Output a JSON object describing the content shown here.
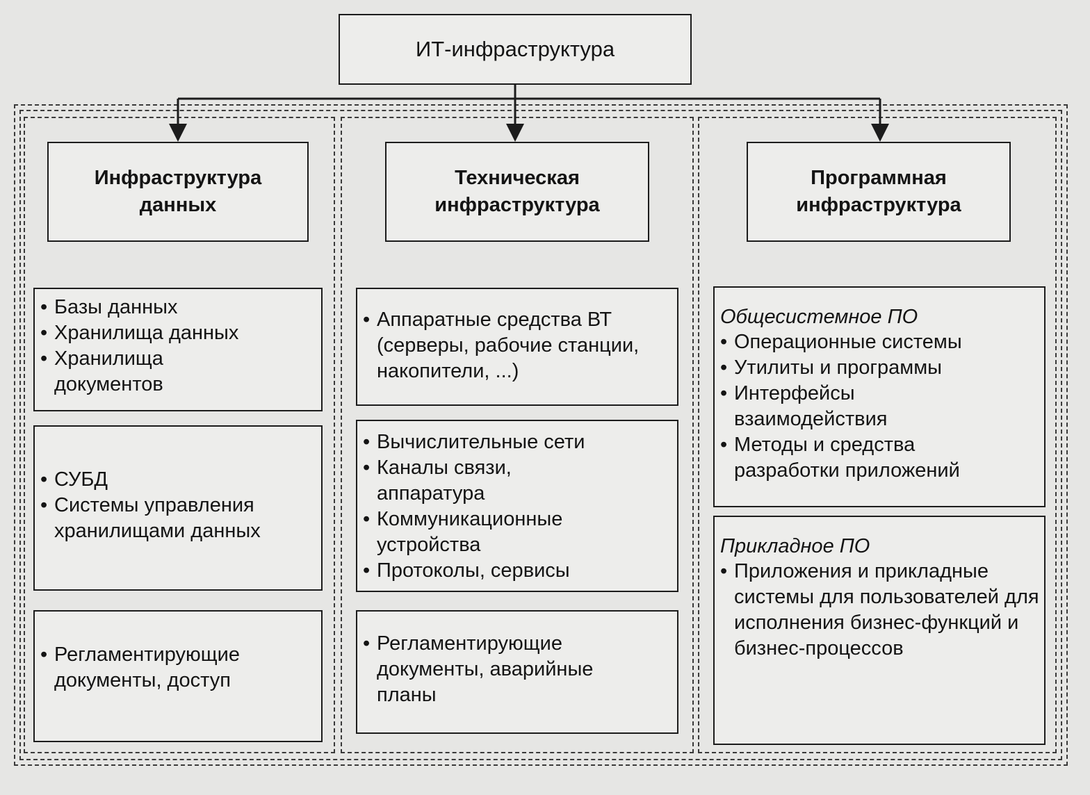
{
  "root": {
    "label": "ИТ-инфраструктура"
  },
  "columns": [
    {
      "heading": [
        "Инфраструктура",
        "данных"
      ],
      "blocks": [
        {
          "items": [
            "Базы данных",
            "Хранилища данных",
            "Хранилища документов"
          ]
        },
        {
          "items": [
            "СУБД",
            "Системы управления хранилищами данных"
          ]
        },
        {
          "items": [
            "Регламентирующие документы, доступ"
          ]
        }
      ]
    },
    {
      "heading": [
        "Техническая",
        "инфраструктура"
      ],
      "blocks": [
        {
          "items": [
            "Аппаратные средства ВТ (серверы, рабочие станции, накопители, ...)"
          ]
        },
        {
          "items": [
            "Вычислительные сети",
            "Каналы связи, аппаратура",
            "Коммуникационные устройства",
            "Протоколы, сервисы"
          ]
        },
        {
          "items": [
            "Регламентирующие документы, аварийные планы"
          ]
        }
      ]
    },
    {
      "heading": [
        "Программная",
        "инфраструктура"
      ],
      "blocks": [
        {
          "subtitle": "Общесистемное ПО",
          "items": [
            "Операционные системы",
            "Утилиты и программы",
            "Интерфейсы взаимодействия",
            "Методы и средства разработки приложений"
          ]
        },
        {
          "subtitle": "Прикладное ПО",
          "items": [
            "Приложения и прикладные системы для пользователей для исполнения бизнес-функций и бизнес-процессов"
          ]
        }
      ]
    }
  ],
  "colors": {
    "line": "#1c1c1c",
    "background": "#e6e6e4",
    "box": "#ededeb"
  }
}
